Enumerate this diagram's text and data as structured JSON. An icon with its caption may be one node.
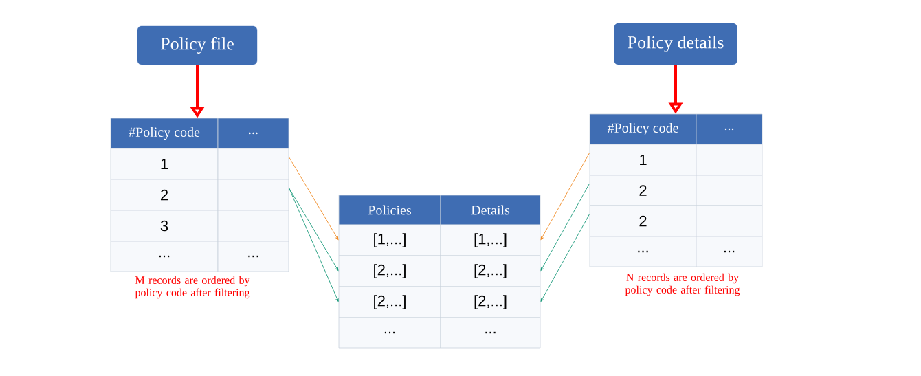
{
  "diagram": {
    "nodes": [
      {
        "text": [
          "Policy file"
        ]
      },
      {
        "text": [
          "#Policy code"
        ]
      },
      {
        "text": [
          "..."
        ]
      },
      {
        "text": [
          "1"
        ]
      },
      {
        "text": [],
        "shape": "box"
      },
      {
        "text": [
          "2"
        ]
      },
      {
        "text": [],
        "shape": "box"
      },
      {
        "text": [
          "3"
        ]
      },
      {
        "text": [],
        "shape": "box"
      },
      {
        "text": [
          "..."
        ]
      },
      {
        "text": [
          "..."
        ]
      },
      {
        "text": [
          "Policy details"
        ]
      },
      {
        "text": [
          "#Policy code"
        ]
      },
      {
        "text": [
          "..."
        ]
      },
      {
        "text": [
          "1"
        ]
      },
      {
        "text": [],
        "shape": "box"
      },
      {
        "text": [
          "2"
        ]
      },
      {
        "text": [],
        "shape": "box"
      },
      {
        "text": [
          "2"
        ]
      },
      {
        "text": [],
        "shape": "box"
      },
      {
        "text": [
          "..."
        ]
      },
      {
        "text": [
          "..."
        ]
      },
      {
        "text": [
          "Policies"
        ]
      },
      {
        "text": [
          "Details"
        ]
      },
      {
        "text": [
          "[1,...]"
        ]
      },
      {
        "text": [
          "[1,...]"
        ]
      },
      {
        "text": [
          "[2,...]"
        ]
      },
      {
        "text": [
          "[2,...]"
        ]
      },
      {
        "text": [
          "[2,...]"
        ]
      },
      {
        "text": [
          "[2,...]"
        ]
      },
      {
        "text": [
          "..."
        ]
      },
      {
        "text": [
          "..."
        ]
      }
    ],
    "edges": [
      {
        "from": 0,
        "to": 1,
        "arrow": "to",
        "style": "thick",
        "color": "#ff0000"
      },
      {
        "from": 11,
        "to": 12,
        "arrow": "to",
        "style": "thick",
        "color": "#ff0000"
      },
      {
        "from": 4,
        "to": 24,
        "arrow": "to",
        "color": "#f08a24"
      },
      {
        "from": 6,
        "to": 26,
        "arrow": "to"
      },
      {
        "from": 6,
        "to": 28,
        "arrow": "to"
      },
      {
        "from": 14,
        "to": 25,
        "arrow": "to",
        "color": "#f08a24"
      },
      {
        "from": 16,
        "to": 27,
        "arrow": "to"
      },
      {
        "from": 18,
        "to": 29,
        "arrow": "to"
      }
    ],
    "labels": [
      "M records are ordered by policy code after filtering",
      "N records are ordered by policy code after filtering"
    ]
  }
}
